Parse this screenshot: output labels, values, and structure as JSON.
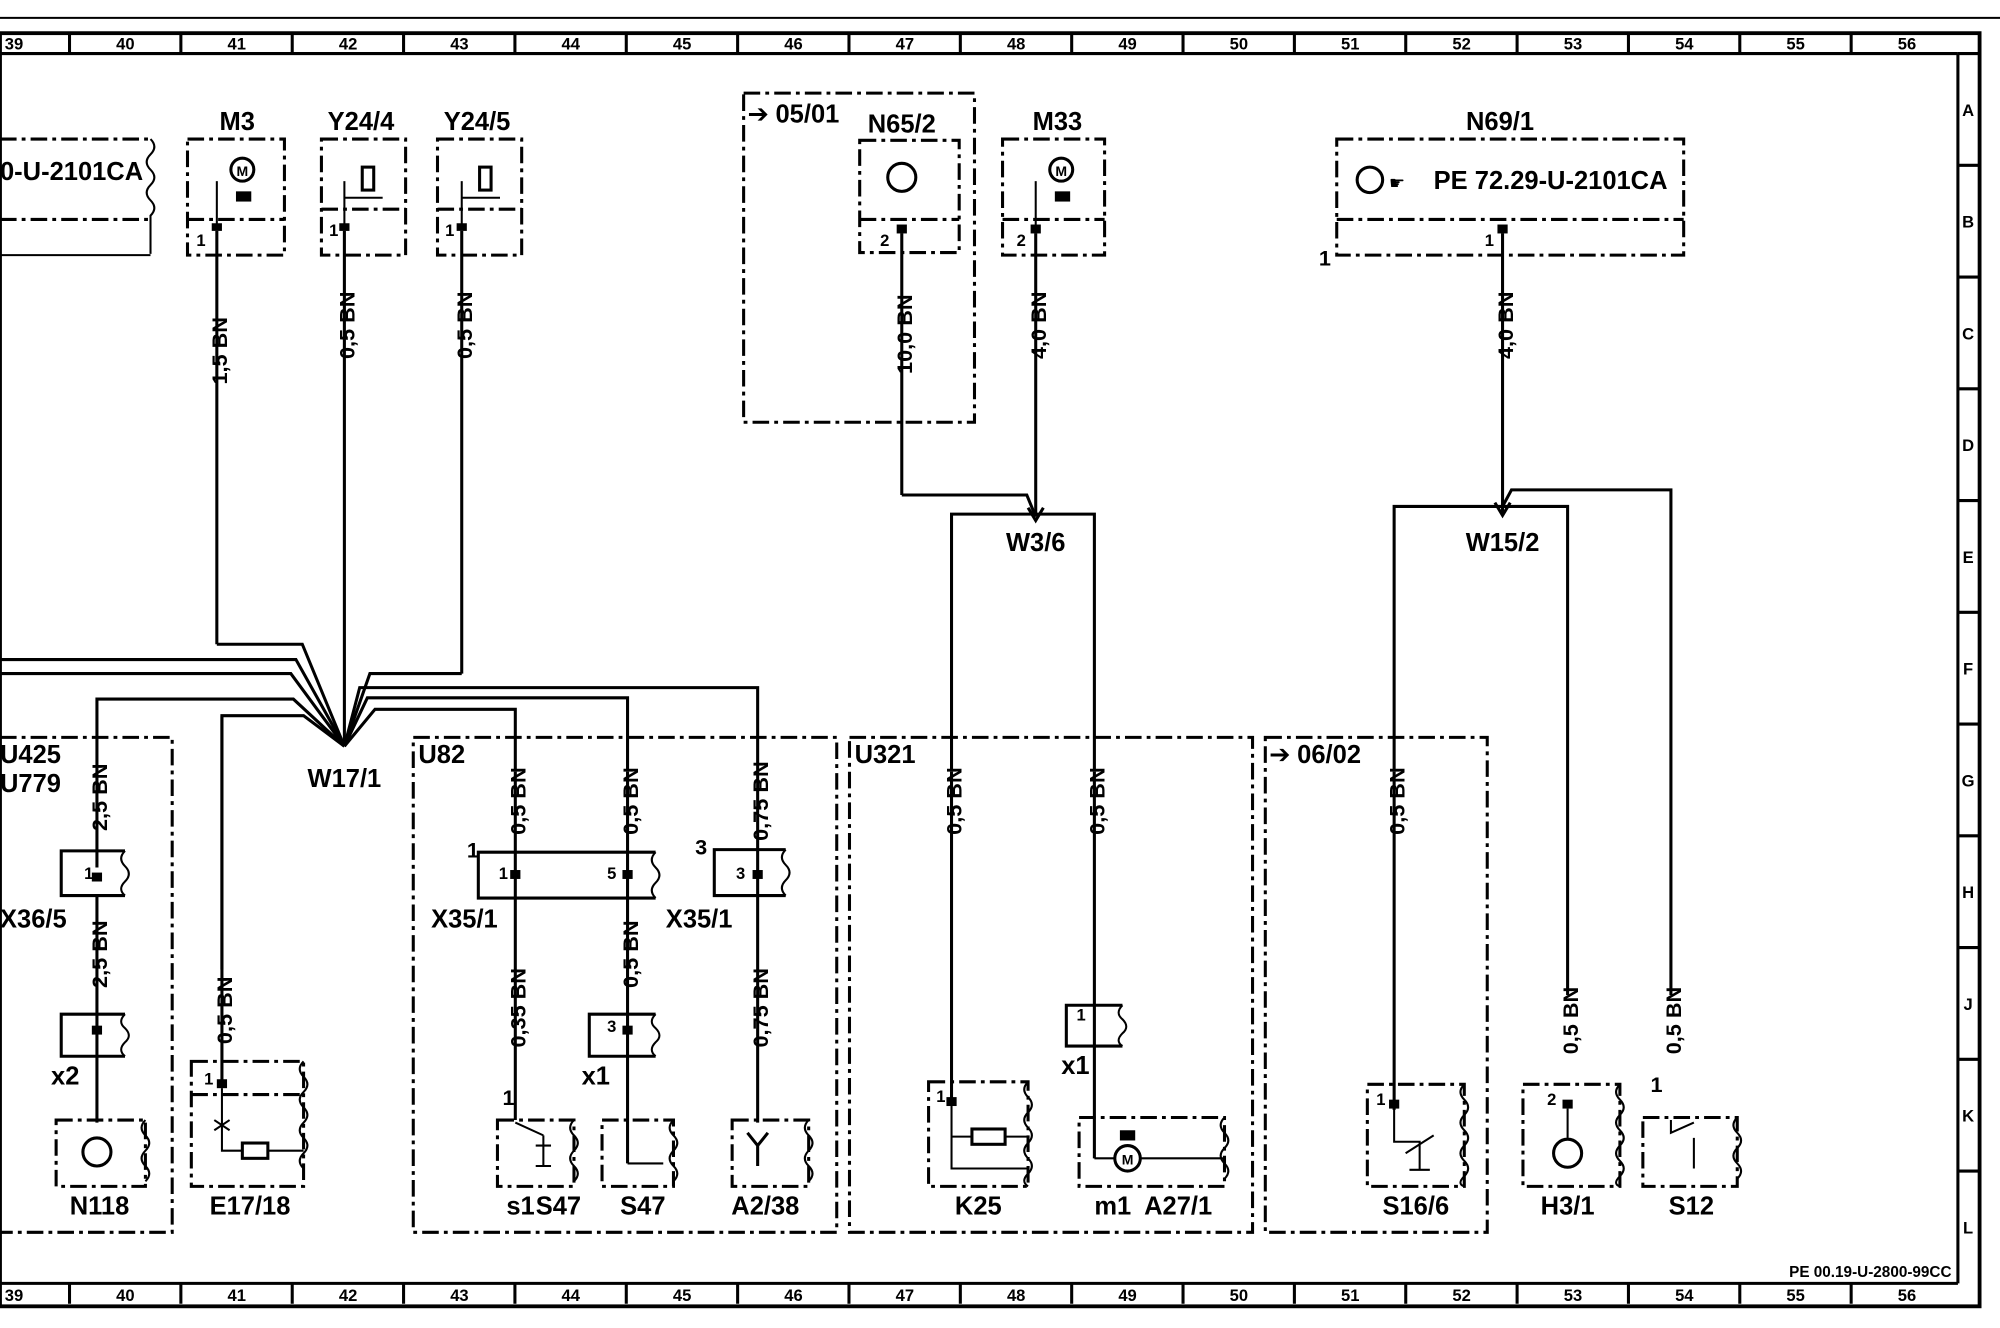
{
  "ruler": {
    "columns": [
      "39",
      "40",
      "41",
      "42",
      "43",
      "44",
      "45",
      "46",
      "47",
      "48",
      "49",
      "50",
      "51",
      "52",
      "53",
      "54",
      "55",
      "56"
    ],
    "rows": [
      "A",
      "B",
      "C",
      "D",
      "E",
      "F",
      "G",
      "H",
      "J",
      "K",
      "L"
    ]
  },
  "ref_code": "PE 00.19-U-2800-99CC",
  "top": {
    "left_fragment": "0-U-2101CA",
    "m3": "M3",
    "y24_4": "Y24/4",
    "y24_5": "Y24/5",
    "ref_0501": "05/01",
    "n65_2": "N65/2",
    "m33": "M33",
    "n69_1": "N69/1",
    "n69_1_ref": "PE 72.29-U-2101CA",
    "pin1": "1",
    "pin2": "2"
  },
  "wires": {
    "m3": "1,5 BN",
    "y24_4": "0,5 BN",
    "y24_5": "0,5 BN",
    "n65_2": "10,0 BN",
    "m33": "4,0 BN",
    "n69_1": "4,0 BN"
  },
  "splices": {
    "w17_1": "W17/1",
    "w3_6": "W3/6",
    "w15_2": "W15/2"
  },
  "groups": {
    "u425": "U425",
    "u779": "U779",
    "u82": "U82",
    "u321": "U321",
    "ref_0602": "06/02"
  },
  "bottom": {
    "n118_w1": "2,5 BN",
    "x36_5": "X36/5",
    "n118_w2": "2,5 BN",
    "x2": "x2",
    "n118": "N118",
    "e17_w": "0,5 BN",
    "e17_18": "E17/18",
    "x35_1_a": "X35/1",
    "x35_1_b": "X35/1",
    "pin3": "3",
    "pin5": "5",
    "s47_w1": "0,5 BN",
    "s47_w2": "0,35 BN",
    "s1": "s1",
    "s47a": "S47",
    "s47b_w1": "0,5 BN",
    "s47b_w2": "0,5 BN",
    "x1_a": "x1",
    "s47b": "S47",
    "a2_w1": "0,75 BN",
    "a2_w2": "0,75 BN",
    "a2_38": "A2/38",
    "k25_w": "0,5 BN",
    "k25": "K25",
    "a27_w": "0,5 BN",
    "x1_b": "x1",
    "m1": "m1",
    "a27_1": "A27/1",
    "s16_w": "0,5 BN",
    "s16_6": "S16/6",
    "h3_w": "0,5 BN",
    "h3_1": "H3/1",
    "s12_w": "0,5 BN",
    "s12": "S12"
  }
}
